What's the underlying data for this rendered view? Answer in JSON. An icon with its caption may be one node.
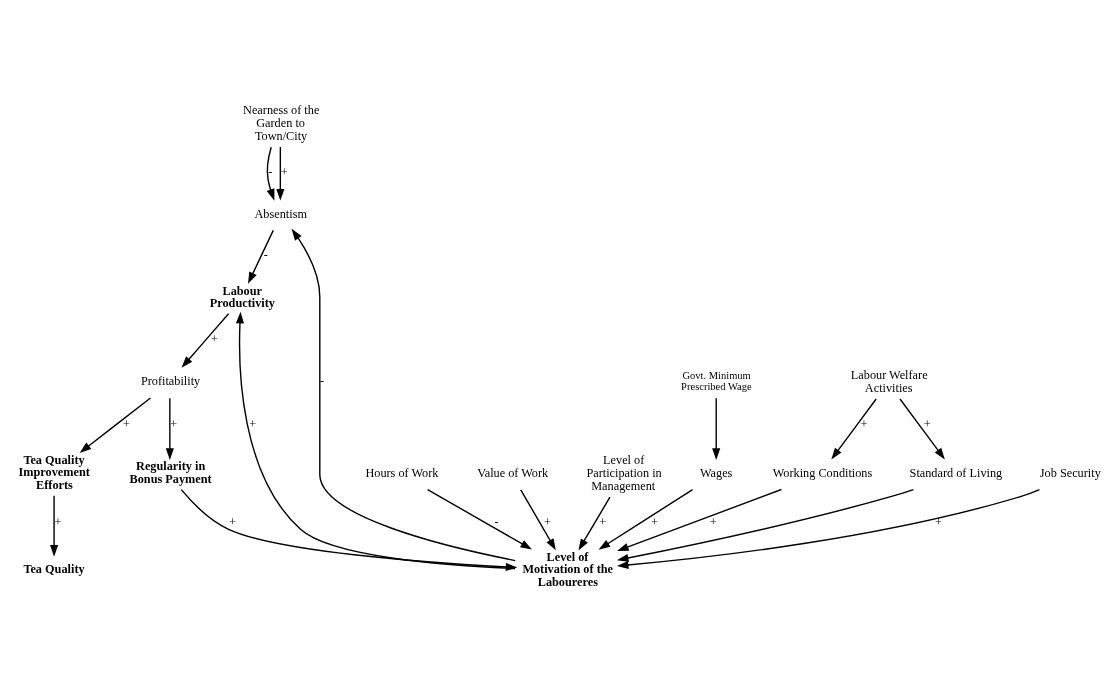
{
  "diagram": {
    "nodes": [
      {
        "text": [
          "Nearness of the Garden to Town/City"
        ]
      },
      {
        "text": [
          "Labour Productivity"
        ]
      },
      {
        "text": [
          "Profitability"
        ]
      },
      {
        "text": [
          "Tea Quality Improvement Efforts"
        ]
      },
      {
        "text": [
          "Tea Quality"
        ]
      },
      {
        "text": [
          "Absentism"
        ]
      },
      {
        "text": [
          "Hours of Work"
        ]
      },
      {
        "text": [
          "Value of Work"
        ]
      },
      {
        "text": [
          "Regularity in Bonus Payment"
        ]
      },
      {
        "text": [
          "Level of Participation in Management"
        ]
      },
      {
        "text": [
          "Level of Motivation of the Laboureres"
        ]
      },
      {
        "text": [
          "Wages"
        ]
      },
      {
        "text": [
          "Govt. Minimum Prescribed Wage"
        ]
      },
      {
        "text": [
          "Working Conditions"
        ]
      },
      {
        "text": [
          "Job Security"
        ]
      },
      {
        "text": [
          "Standard of Living"
        ]
      },
      {
        "text": [
          "Labour Welfare Activities"
        ]
      }
    ],
    "edges": [
      {
        "from": 0,
        "to": 5,
        "arrow": "to",
        "label": "-"
      },
      {
        "from": 0,
        "to": 5,
        "arrow": "to",
        "label": "+"
      },
      {
        "from": 5,
        "to": 1,
        "arrow": "to",
        "label": "-"
      },
      {
        "from": 1,
        "to": 2,
        "arrow": "to",
        "label": "+"
      },
      {
        "from": 2,
        "to": 3,
        "arrow": "to",
        "label": "+"
      },
      {
        "from": 3,
        "to": 4,
        "arrow": "to",
        "label": "+"
      },
      {
        "from": 2,
        "to": 8,
        "arrow": "to",
        "label": "+"
      },
      {
        "from": 10,
        "to": 5,
        "arrow": "to",
        "label": "-"
      },
      {
        "from": 10,
        "to": 1,
        "arrow": "to",
        "label": "+"
      },
      {
        "from": 6,
        "to": 10,
        "arrow": "to",
        "label": "-"
      },
      {
        "from": 7,
        "to": 10,
        "arrow": "to",
        "label": "+"
      },
      {
        "from": 8,
        "to": 10,
        "arrow": "to",
        "label": "+"
      },
      {
        "from": 9,
        "to": 10,
        "arrow": "to",
        "label": "+"
      },
      {
        "from": 11,
        "to": 10,
        "arrow": "to",
        "label": "+"
      },
      {
        "from": 12,
        "to": 11,
        "arrow": "to"
      },
      {
        "from": 13,
        "to": 10,
        "arrow": "to",
        "label": "+"
      },
      {
        "from": 14,
        "to": 10,
        "arrow": "to",
        "label": "+"
      },
      {
        "from": 15,
        "to": 10,
        "arrow": "to"
      },
      {
        "from": 16,
        "to": 13,
        "arrow": "to",
        "label": "+"
      },
      {
        "from": 16,
        "to": 15,
        "arrow": "to",
        "label": "+"
      }
    ]
  }
}
